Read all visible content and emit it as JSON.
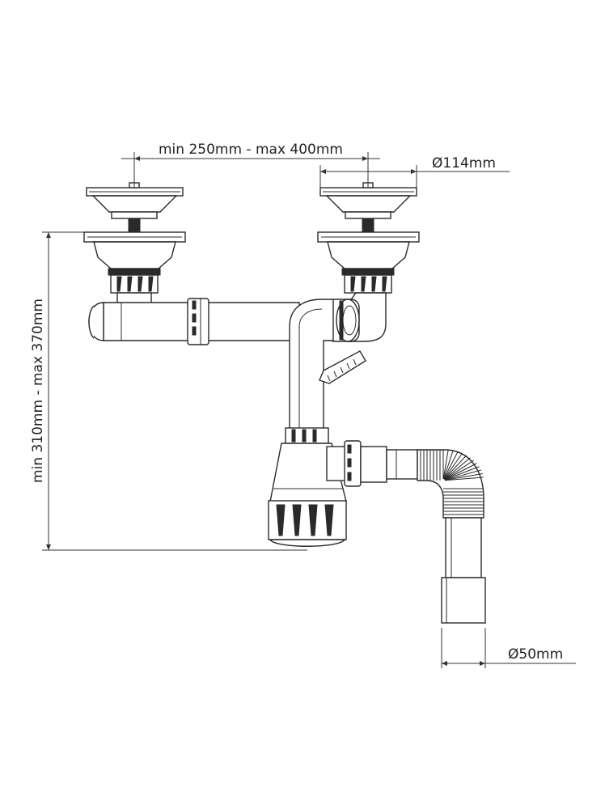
{
  "dimensions": {
    "basket_spacing": "min 250mm - max 400mm",
    "basket_diameter": "Ø114mm",
    "height_range": "min 310mm - max 370mm",
    "outlet_diameter": "Ø50mm"
  }
}
